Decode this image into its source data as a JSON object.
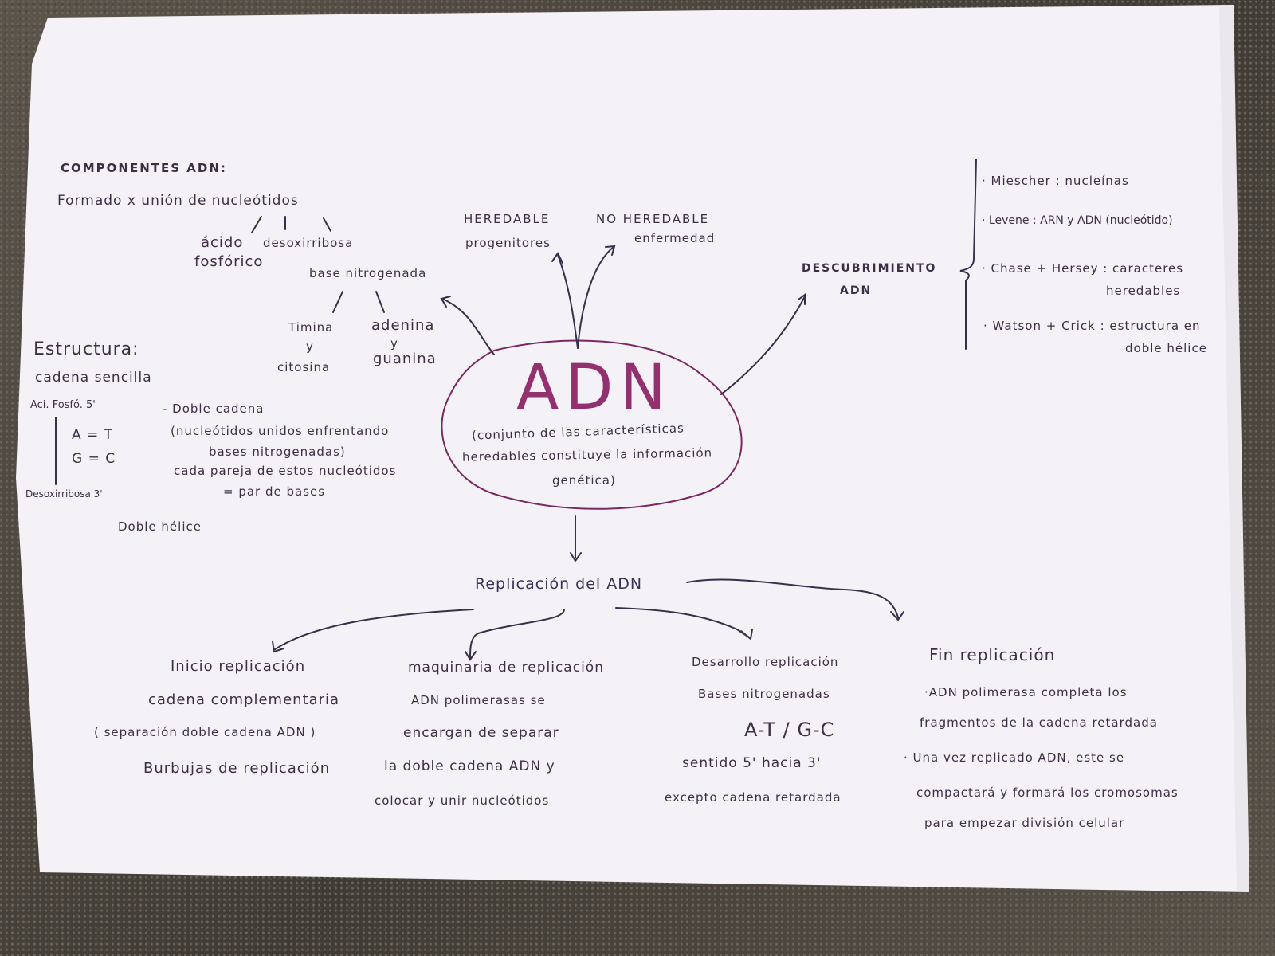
{
  "center": {
    "title": "ADN",
    "desc_line1": "(conjunto de las características",
    "desc_line2": "heredables constituye la información",
    "desc_line3": "genética)"
  },
  "heredable": {
    "h1": "HEREDABLE",
    "h1_sub": "progenitores",
    "h2": "NO HEREDABLE",
    "h2_sub": "enfermedad"
  },
  "componentes": {
    "title": "COMPONENTES ADN:",
    "formado": "Formado x unión de nucleótidos",
    "acido1": "ácido",
    "acido2": "fosfórico",
    "desoxi": "desoxirribosa",
    "base": "base nitrogenada",
    "timina": "Timina",
    "y1": "y",
    "citosina": "citosina",
    "adenina": "adenina",
    "y2": "y",
    "guanina": "guanina"
  },
  "estructura": {
    "title": "Estructura:",
    "cadena": "cadena sencilla",
    "acfosf": "Aci. Fosfó. 5'",
    "at": "A = T",
    "gc": "G = C",
    "desoxi3": "Desoxirribosa 3'",
    "doble": "Doble hélice",
    "d1": "- Doble cadena",
    "d2": "(nucleótidos unidos enfrentando",
    "d3": "bases nitrogenadas)",
    "d4": "cada pareja de estos nucleótidos",
    "d5": "= par de bases"
  },
  "descubrimiento": {
    "title1": "DESCUBRIMIENTO",
    "title2": "ADN",
    "i1": "· Miescher : nucleínas",
    "i2": "· Levene : ARN y ADN (nucleótido)",
    "i3a": "· Chase + Hersey : caracteres",
    "i3b": "heredables",
    "i4a": "· Watson + Crick : estructura en",
    "i4b": "doble hélice"
  },
  "replicacion": {
    "title": "Replicación del ADN",
    "inicio": [
      "Inicio replicación",
      "cadena complementaria",
      "( separación doble cadena ADN )",
      "Burbujas de replicación"
    ],
    "maquinaria": [
      "maquinaria de replicación",
      "ADN polimerasas se",
      "encargan de separar",
      "la doble cadena ADN y",
      "colocar y unir nucleótidos"
    ],
    "desarrollo": [
      "Desarrollo replicación",
      "Bases nitrogenadas",
      "A-T / G-C",
      "sentido 5' hacia 3'",
      "excepto cadena retardada"
    ],
    "fin": [
      "Fin replicación",
      "·ADN polimerasa completa los",
      "fragmentos de la cadena retardada",
      "· Una vez replicado ADN, este se",
      "compactará y formará los cromosomas",
      "para empezar división celular"
    ]
  },
  "colors": {
    "ink": "#3e2f45",
    "accent": "#93306f",
    "paper": "#f4f2f6",
    "carpet": "#4f4941"
  }
}
